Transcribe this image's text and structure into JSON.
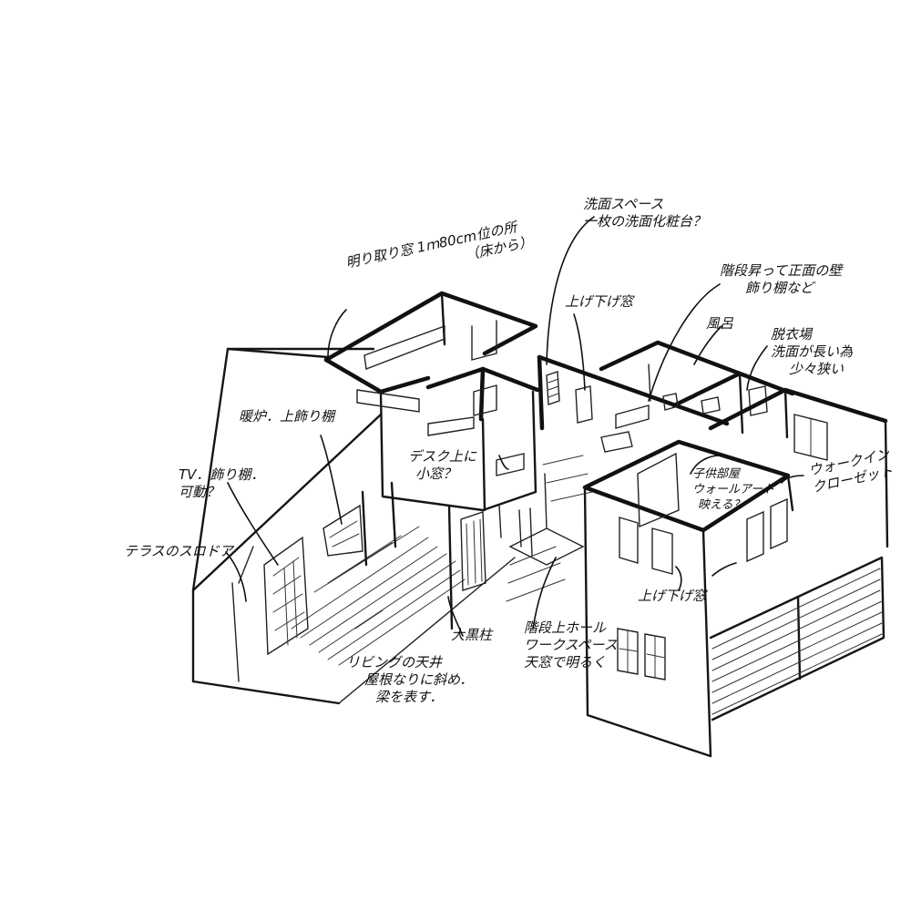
{
  "annotations": {
    "senmen": [
      "洗面スペース",
      "一枚の洗面化粧台？"
    ],
    "akari": [
      "明り取り窓 1ｍ80cm位の所",
      "（床から）"
    ],
    "agesage1": [
      "上げ下げ窓"
    ],
    "kaidan_shomen": [
      "階段昇って正面の壁",
      "飾り棚など"
    ],
    "furo": [
      "風呂"
    ],
    "dassui": [
      "脱衣場",
      "洗面が長い為",
      "少々狭い"
    ],
    "danro": [
      "暖炉．上飾り棚"
    ],
    "desk": [
      "デスク上に",
      "小窓？"
    ],
    "walkin": [
      "ウォークイン",
      "クローゼット"
    ],
    "kodomo": [
      "子供部屋",
      "ウォールアート",
      "映える？"
    ],
    "tv": [
      "TV．飾り棚．",
      "可動？"
    ],
    "terrace": [
      "テラスのスロドア"
    ],
    "agesage2": [
      "上げ下げ窓"
    ],
    "daikoku": [
      "大黒柱"
    ],
    "hall": [
      "階段上ホール",
      "ワークスペース",
      "天窓で明るく"
    ],
    "living": [
      "リビングの天井",
      "屋根なりに斜め．",
      "梁を表す．"
    ]
  }
}
